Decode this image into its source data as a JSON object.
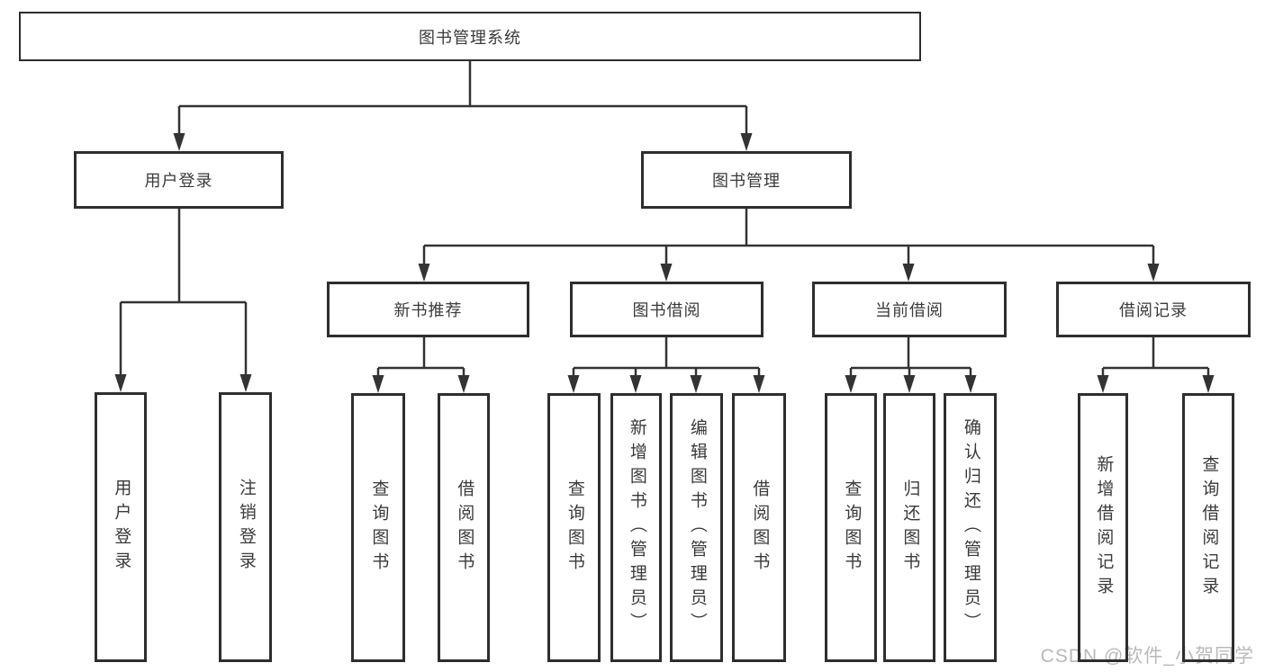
{
  "diagram": {
    "tree": {
      "root": {
        "label": "图书管理系统"
      },
      "children": [
        {
          "label": "用户登录",
          "children": [
            {
              "label": "用户登录"
            },
            {
              "label": "注销登录"
            }
          ]
        },
        {
          "label": "图书管理",
          "children": [
            {
              "label": "新书推荐",
              "children": [
                {
                  "label": "查询图书"
                },
                {
                  "label": "借阅图书"
                }
              ]
            },
            {
              "label": "图书借阅",
              "children": [
                {
                  "label": "查询图书"
                },
                {
                  "label": "新增图书（管理员）"
                },
                {
                  "label": "编辑图书（管理员）"
                },
                {
                  "label": "借阅图书"
                }
              ]
            },
            {
              "label": "当前借阅",
              "children": [
                {
                  "label": "查询图书"
                },
                {
                  "label": "归还图书"
                },
                {
                  "label": "确认归还（管理员）"
                }
              ]
            },
            {
              "label": "借阅记录",
              "children": [
                {
                  "label": "新增借阅记录"
                },
                {
                  "label": "查询借阅记录"
                }
              ]
            }
          ]
        }
      ]
    },
    "colors": {
      "line": "#333333",
      "box_border": "#2e2e2e",
      "box_fill": "#ffffff",
      "text": "#3a3a3a",
      "watermark": "#b9b9b9"
    }
  },
  "watermark": {
    "text": "CSDN @软件_小贺同学"
  }
}
